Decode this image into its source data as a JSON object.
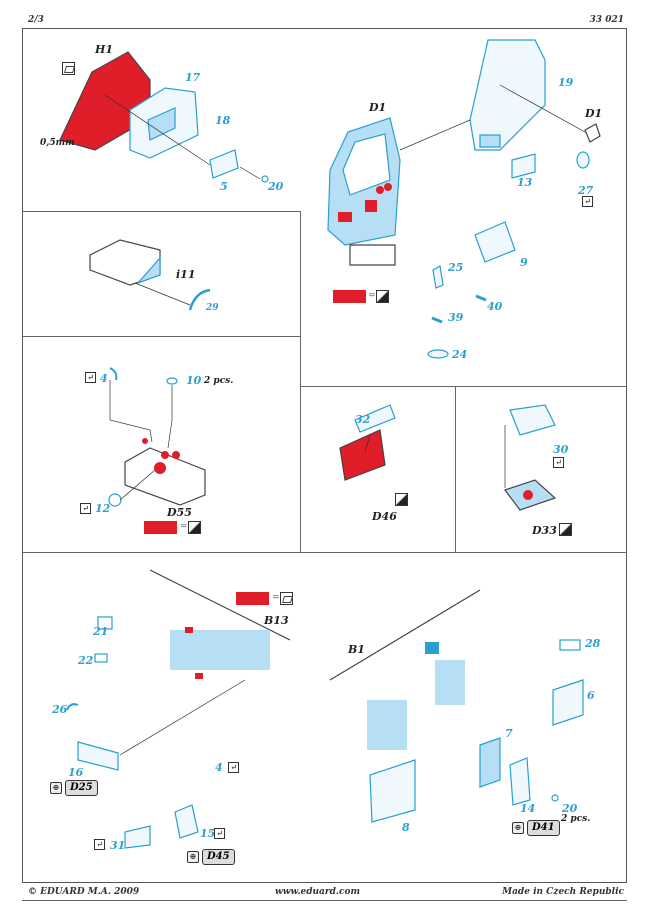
{
  "header": {
    "page": "2/3",
    "kit_number": "33 021"
  },
  "footer": {
    "copyright": "© EDUARD  M.A. 2009",
    "website": "www.eduard.com",
    "origin": "Made in Czech Republic"
  },
  "colors": {
    "pe_blue": "#2a9fd0",
    "pe_fill": "#b6def4",
    "paint_red": "#e01e2a",
    "line": "#555555"
  },
  "panels": {
    "h1": {
      "title": "H1",
      "thickness": "0,5mm",
      "parts": [
        "17",
        "18",
        "5",
        "20"
      ]
    },
    "d1": {
      "title": "D1",
      "subtitle": "D1",
      "parts": [
        "19",
        "13",
        "27",
        "9",
        "25",
        "40",
        "39",
        "24"
      ]
    },
    "i11": {
      "title": "i11",
      "parts": [
        "29"
      ]
    },
    "d55": {
      "title": "D55",
      "parts": [
        "4",
        "10",
        "12"
      ],
      "qty_note": "2 pcs."
    },
    "d46": {
      "title": "D46",
      "parts": [
        "32"
      ]
    },
    "d33": {
      "title": "D33",
      "parts": [
        "30"
      ]
    },
    "b13": {
      "title": "B13",
      "parts": [
        "21",
        "22",
        "26",
        "16",
        "4",
        "15",
        "31"
      ],
      "refs": [
        "D25",
        "D45"
      ]
    },
    "b1": {
      "title": "B1",
      "parts": [
        "28",
        "6",
        "7",
        "14",
        "20",
        "8"
      ],
      "qty_note": "2 pcs.",
      "refs": [
        "D41"
      ]
    }
  },
  "legend": {
    "equals": "="
  }
}
